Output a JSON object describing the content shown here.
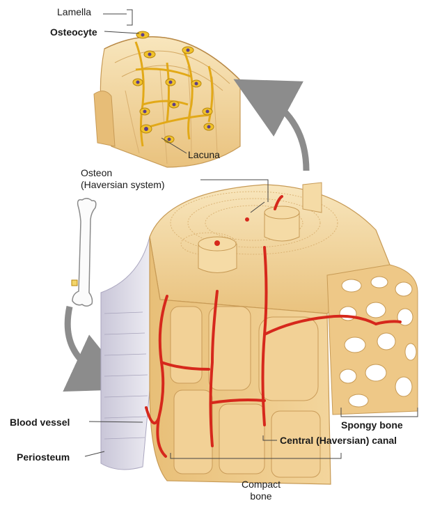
{
  "labels": {
    "lamella": "Lamella",
    "osteocyte": "Osteocyte",
    "lacuna": "Lacuna",
    "osteon_line1": "Osteon",
    "osteon_line2": "(Haversian system)",
    "blood_vessel": "Blood vessel",
    "periosteum": "Periosteum",
    "spongy_bone": "Spongy bone",
    "central_canal": "Central (Haversian) canal",
    "compact_line1": "Compact",
    "compact_line2": "bone"
  },
  "colors": {
    "bone_light": "#f6dfae",
    "bone_mid": "#ecc784",
    "bone_dark": "#d9a95c",
    "vessel": "#d6281c",
    "osteocyte": "#e8b21a",
    "periosteum": "#d9d6e4",
    "arrow": "#8c8c8c"
  }
}
